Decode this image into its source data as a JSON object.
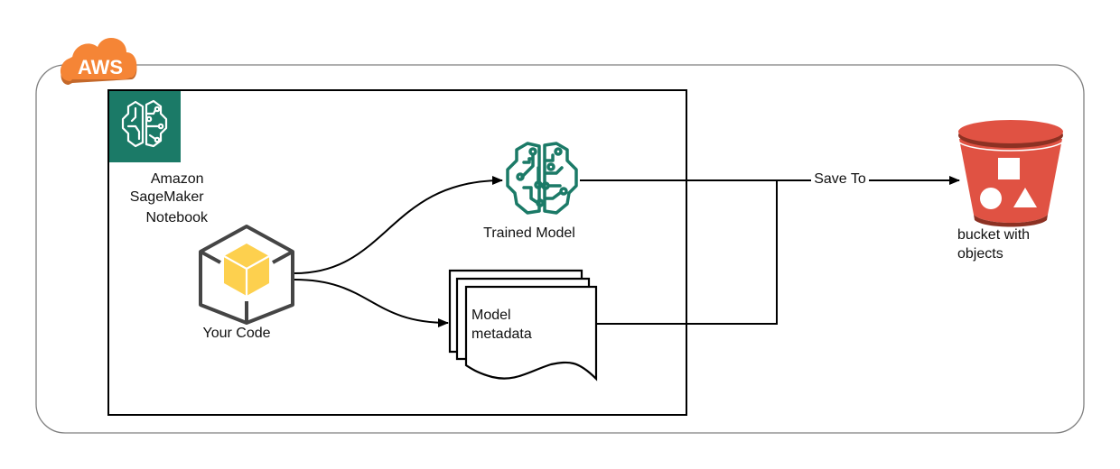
{
  "diagram": {
    "aws_group": {
      "label": "AWS",
      "badge_color": "#F58536",
      "border_color": "#7F7F7F"
    },
    "notebook_group": {
      "label_lines": [
        "Amazon",
        "SageMaker",
        "Notebook"
      ],
      "tile_color": "#1B7A67"
    },
    "nodes": {
      "your_code": {
        "label": "Your Code",
        "cube_color": "#FDD04E",
        "frame_color": "#454545"
      },
      "trained_model": {
        "label": "Trained Model",
        "icon_color": "#1B7A67"
      },
      "model_metadata": {
        "label_lines": [
          "Model",
          "metadata"
        ]
      },
      "bucket": {
        "label_lines": [
          "bucket with",
          "objects"
        ],
        "body_color": "#E05243",
        "band_color": "#8C3123"
      }
    },
    "edges": [
      {
        "from": "Your Code",
        "to": "Trained Model",
        "label": ""
      },
      {
        "from": "Your Code",
        "to": "Model metadata",
        "label": ""
      },
      {
        "from": "Trained Model",
        "to": "bucket with objects",
        "label": "Save To"
      },
      {
        "from": "Model metadata",
        "to": "bucket with objects",
        "label": ""
      }
    ],
    "save_to_label": "Save To"
  }
}
